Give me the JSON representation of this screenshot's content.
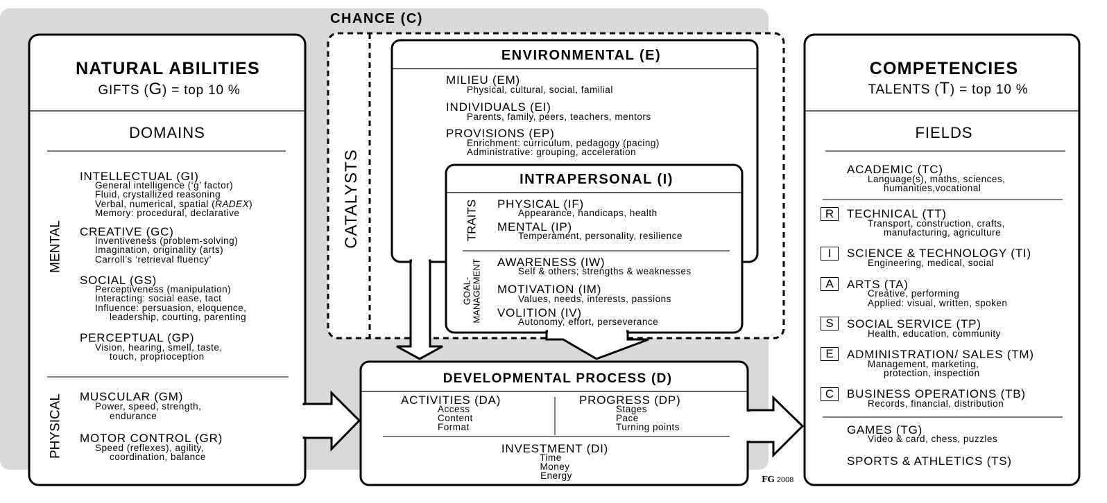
{
  "chance": {
    "title": "CHANCE (C)"
  },
  "catalysts_label": "CATALYSTS",
  "gifts": {
    "title": "NATURAL ABILITIES",
    "subtitle_pre": "GIFTS (",
    "subtitle_letter": "G",
    "subtitle_post": ") = top 10 %",
    "domains_label": "DOMAINS",
    "mental_label": "MENTAL",
    "physical_label": "PHYSICAL",
    "items": [
      {
        "title": "INTELLECTUAL (GI)",
        "lines": [
          "General intelligence (‘g’ factor)",
          "Fluid, crystallized reasoning",
          "Verbal, numerical, spatial (",
          "Memory: procedural, declarative"
        ],
        "italic": "RADEX",
        "close": ")"
      },
      {
        "title": "CREATIVE (GC)",
        "lines": [
          "Inventiveness (problem-solving)",
          "Imagination, originality (arts)",
          "Carroll’s ‘retrieval fluency’"
        ]
      },
      {
        "title": "SOCIAL (GS)",
        "lines": [
          "Perceptiveness (manipulation)",
          "Interacting: social ease, tact",
          "Influence: persuasion, eloquence,",
          "leadership, courting, parenting"
        ]
      },
      {
        "title": "PERCEPTUAL (GP)",
        "lines": [
          "Vision, hearing, smell, taste,",
          "touch, proprioception"
        ]
      },
      {
        "title": "MUSCULAR (GM)",
        "lines": [
          "Power, speed, strength,",
          "endurance"
        ]
      },
      {
        "title": "MOTOR CONTROL (GR)",
        "lines": [
          "Speed (reflexes), agility,",
          "coordination, balance"
        ]
      }
    ]
  },
  "environmental": {
    "title": "ENVIRONMENTAL (E)",
    "items": [
      {
        "title": "MILIEU (EM)",
        "lines": [
          "Physical, cultural, social, familial"
        ]
      },
      {
        "title": "INDIVIDUALS (EI)",
        "lines": [
          "Parents, family, peers, teachers, mentors"
        ]
      },
      {
        "title": "PROVISIONS (EP)",
        "lines": [
          "Enrichment: curriculum, pedagogy (pacing)",
          "Administrative: grouping, acceleration"
        ]
      }
    ]
  },
  "intrapersonal": {
    "title": "INTRAPERSONAL (I)",
    "traits_label": "TRAITS",
    "goal_label_1": "GOAL-",
    "goal_label_2": "MANAGEMENT",
    "items": [
      {
        "title": "PHYSICAL (IF)",
        "lines": [
          "Appearance, handicaps, health"
        ]
      },
      {
        "title": "MENTAL (IP)",
        "lines": [
          "Temperament, personality, resilience"
        ]
      },
      {
        "title": "AWARENESS (IW)",
        "lines": [
          "Self & others; strengths & weaknesses"
        ]
      },
      {
        "title": "MOTIVATION (IM)",
        "lines": [
          "Values, needs, interests, passions"
        ]
      },
      {
        "title": "VOLITION (IV)",
        "lines": [
          "Autonomy, effort, perseverance"
        ]
      }
    ]
  },
  "developmental": {
    "title": "DEVELOPMENTAL PROCESS (D)",
    "activities": {
      "title": "ACTIVITIES (DA)",
      "lines": [
        "Access",
        "Content",
        "Format"
      ]
    },
    "progress": {
      "title": "PROGRESS (DP)",
      "lines": [
        "Stages",
        "Pace",
        "Turning points"
      ]
    },
    "investment": {
      "title": "INVESTMENT (DI)",
      "lines": [
        "Time",
        "Money",
        "Energy"
      ]
    }
  },
  "talents": {
    "title": "COMPETENCIES",
    "subtitle_pre": "TALENTS (",
    "subtitle_letter": "T",
    "subtitle_post": ") = top 10 %",
    "fields_label": "FIELDS",
    "items": [
      {
        "title": "ACADEMIC (TC)",
        "lines": [
          "Language(s), maths, sciences,",
          "humanities,vocational"
        ]
      },
      {
        "letter": "R",
        "title": "TECHNICAL (TT)",
        "lines": [
          "Transport, construction, crafts,",
          "manufacturing, agriculture"
        ]
      },
      {
        "letter": "I",
        "title": "SCIENCE & TECHNOLOGY (TI)",
        "lines": [
          "Engineering, medical, social"
        ]
      },
      {
        "letter": "A",
        "title": "ARTS (TA)",
        "lines": [
          "Creative, performing",
          "Applied: visual, written, spoken"
        ]
      },
      {
        "letter": "S",
        "title": "SOCIAL SERVICE (TP)",
        "lines": [
          "Health, education, community"
        ]
      },
      {
        "letter": "E",
        "title": "ADMINISTRATION/ SALES (TM)",
        "lines": [
          "Management, marketing,",
          "protection, inspection"
        ]
      },
      {
        "letter": "C",
        "title": "BUSINESS OPERATIONS (TB)",
        "lines": [
          "Records, financial, distribution"
        ]
      },
      {
        "title": "GAMES (TG)",
        "lines": [
          "Video & card, chess, puzzles"
        ]
      },
      {
        "title": "SPORTS & ATHLETICS (TS)",
        "lines": []
      }
    ]
  },
  "copyright": {
    "logo_text": "FG",
    "year": "2008"
  }
}
